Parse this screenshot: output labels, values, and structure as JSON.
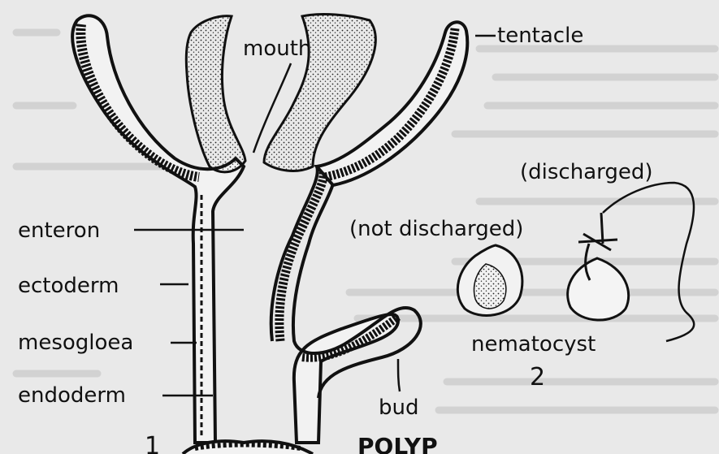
{
  "figure": {
    "labels": {
      "mouth": "mouth",
      "tentacle": "tentacle",
      "discharged": "(discharged)",
      "not_discharged": "(not discharged)",
      "enteron": "enteron",
      "ectoderm": "ectoderm",
      "mesogloea": "mesogloea",
      "endoderm": "endoderm",
      "bud": "bud",
      "nematocyst": "nematocyst",
      "figure_number_1": "1",
      "figure_number_2": "2",
      "polyp": "POLYP"
    },
    "colors": {
      "background": "#e9e9e9",
      "ink": "#111111",
      "tissue_fill": "#f4f4f4",
      "text_faint": "#cfcfcf"
    }
  }
}
